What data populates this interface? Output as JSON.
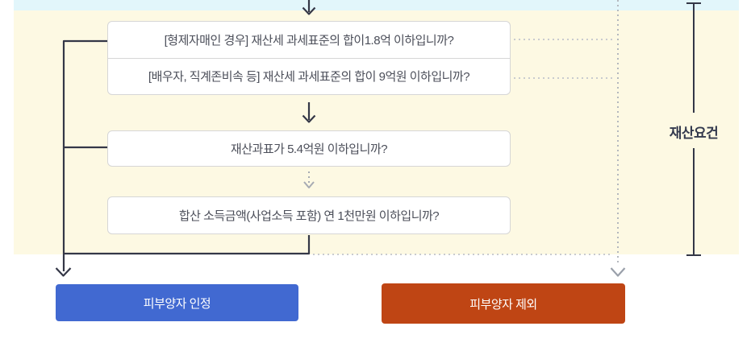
{
  "flow": {
    "question_boxes": [
      {
        "id": "sibling-property",
        "label": "[형제자매인 경우] 재산세 과세표준의 합이1.8억 이하입니까?"
      },
      {
        "id": "spouse-property",
        "label": "[배우자, 직계존비속 등] 재산세 과세표준의 합이 9억원 이하입니까?"
      },
      {
        "id": "property-standard",
        "label": "재산과표가 5.4억원 이하입니까?"
      },
      {
        "id": "income",
        "label": "합산 소득금액(사업소득 포함) 연 1천만원 이하입니까?"
      }
    ],
    "side_label": "재산요건",
    "results": [
      {
        "id": "accepted",
        "label": "피부양자 인정",
        "color": "#4169d1"
      },
      {
        "id": "excluded",
        "label": "피부양자 제외",
        "color": "#bf4514"
      }
    ]
  },
  "colors": {
    "panel_background": "#fdf9e3",
    "top_strip": "#e2f6fb",
    "solid_connector": "#343747",
    "dotted_connector_light": "#c9cbcf",
    "dotted_connector_gray": "#b4b8be",
    "gray_arrow": "#9aa0aa",
    "box_border": "#d6d6d6",
    "box_text": "#4b4e59",
    "accept_button": "#4169d1",
    "exclude_button": "#bf4514"
  }
}
